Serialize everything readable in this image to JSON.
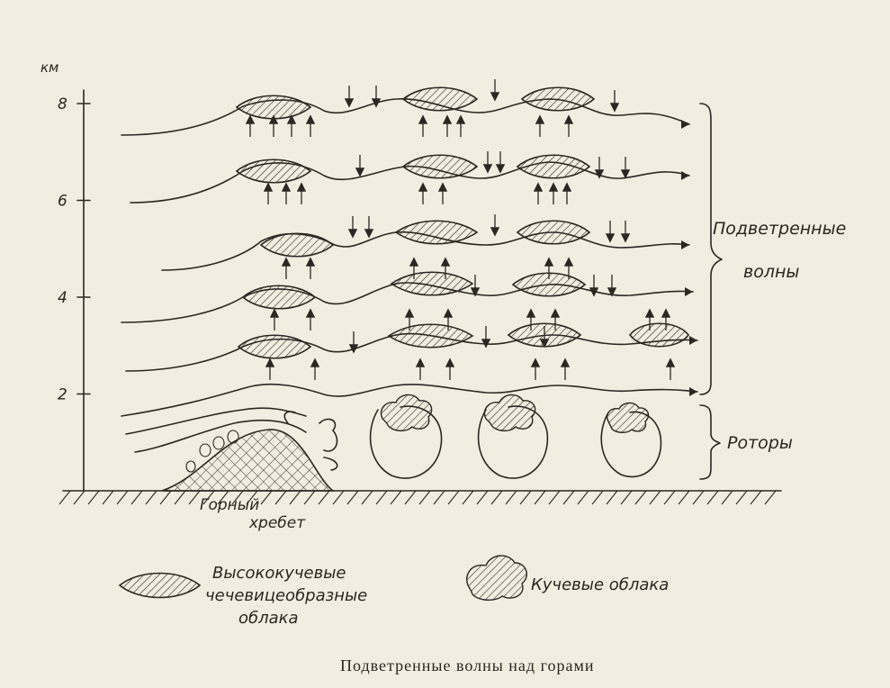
{
  "axis": {
    "unit": "км",
    "ticks": [
      {
        "label": "8",
        "value": 8
      },
      {
        "label": "6",
        "value": 6
      },
      {
        "label": "4",
        "value": 4
      },
      {
        "label": "2",
        "value": 2
      }
    ]
  },
  "labels": {
    "lee_waves_line1": "Подветренные",
    "lee_waves_line2": "волны",
    "rotors": "Роторы",
    "ridge_line1": "Горный",
    "ridge_line2": "хребет"
  },
  "legend": {
    "lenticular": [
      "Высококучевые",
      "чечевицеобразные",
      "облака"
    ],
    "cumulus": "Кучевые облака"
  },
  "caption": "Подветренные волны над горами",
  "colors": {
    "ink": "#2b2723",
    "paper": "#f1ede0"
  }
}
